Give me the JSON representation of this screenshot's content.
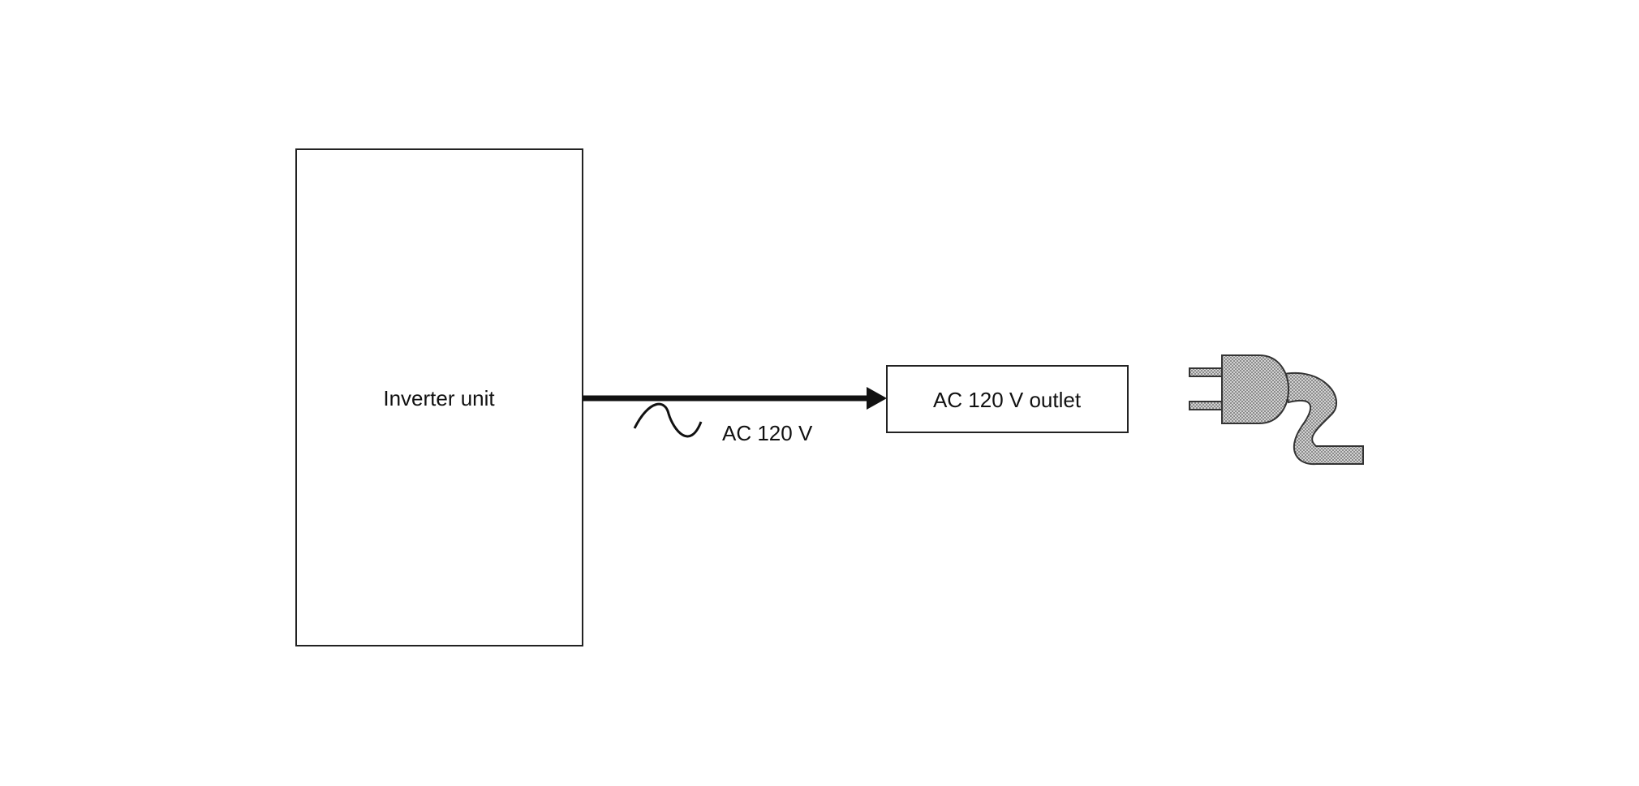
{
  "diagram": {
    "inverter_label": "Inverter unit",
    "outlet_label": "AC 120 V outlet",
    "signal_label": "AC 120 V",
    "signal_icon": "sine-wave-icon",
    "plug_icon": "power-plug-icon"
  }
}
